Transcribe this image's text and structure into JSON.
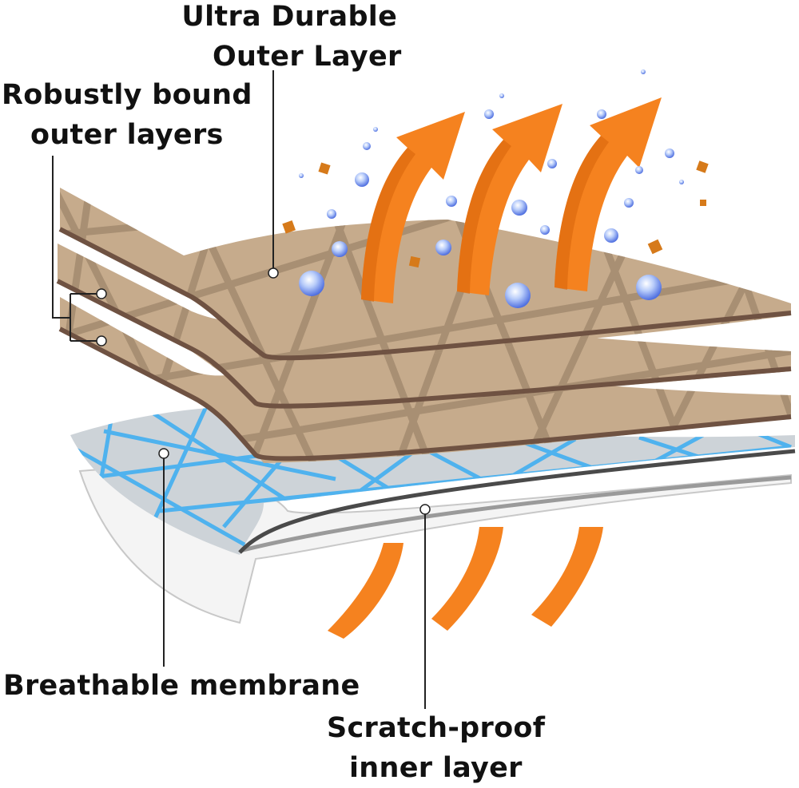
{
  "labels": {
    "outer_layer": [
      "Ultra Durable",
      "Outer Layer"
    ],
    "bound_layers": [
      "Robustly bound",
      "outer layers"
    ],
    "membrane": "Breathable membrane",
    "inner_layer": [
      "Scratch-proof",
      "inner layer"
    ]
  },
  "colors": {
    "fabric": "#c6ab8c",
    "fabric_pattern": "#a88f73",
    "fabric_edge": "#6f5242",
    "membrane": "#cdd3d8",
    "membrane_pattern": "#4fb2ee",
    "membrane_edge": "#4a4a4a",
    "inner": "#f4f4f4",
    "inner_edge": "#9a9a9a",
    "arrow": "#f5821f",
    "arrow_shade": "#d9660c",
    "bubble": "#4f82e8",
    "particle": "#d67a1a",
    "leader": "#222222"
  },
  "icons": {
    "up_arrow": "curved-arrow-up-icon",
    "water_bubble": "water-bubble-icon",
    "dirt_particle": "dirt-particle-icon"
  }
}
